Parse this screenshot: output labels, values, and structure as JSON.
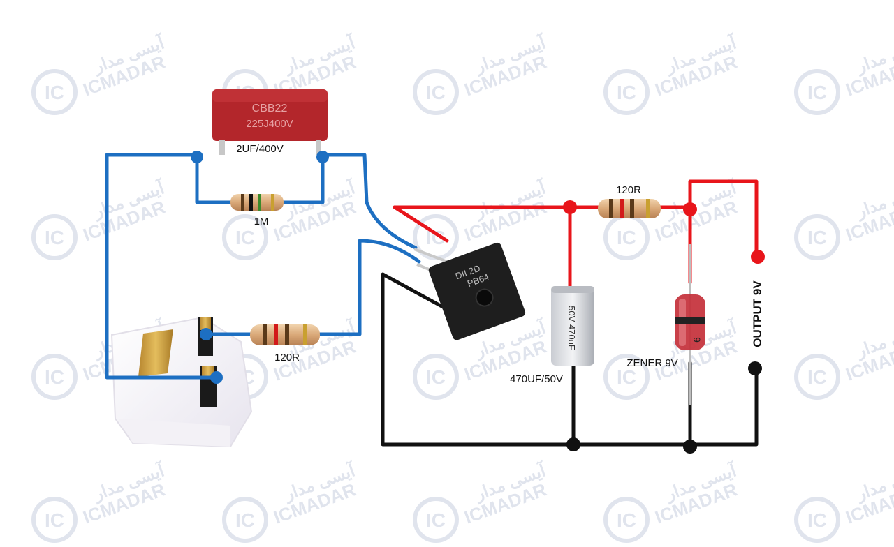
{
  "watermark": {
    "brand": "ICMADAR",
    "brand_fa": "آیسی مدار",
    "logo_text": "IC",
    "logo_icon": "ic-logo-icon"
  },
  "components": {
    "capacitor_film": {
      "label": "2UF/400V",
      "body_text_1": "CBB22",
      "body_text_2": "225J400V"
    },
    "resistor_bleeder": {
      "label": "1M"
    },
    "resistor_input": {
      "label": "120R"
    },
    "bridge_rectifier": {
      "body_text_1": "DII 2D",
      "body_text_2": "PB64"
    },
    "resistor_series": {
      "label": "120R"
    },
    "capacitor_electrolytic": {
      "label": "470UF/50V",
      "body_text": "50V 470uF"
    },
    "zener_diode": {
      "label": "ZENER 9V",
      "body_text": "9"
    },
    "output": {
      "label": "OUTPUT 9V"
    }
  },
  "colors": {
    "ac_wire": "#1d6fc2",
    "positive_wire": "#e8151b",
    "negative_wire": "#111111",
    "capacitor_film": "#b3262b",
    "bridge_body": "#1e1e1e",
    "watermark": "#d6dbe8"
  }
}
